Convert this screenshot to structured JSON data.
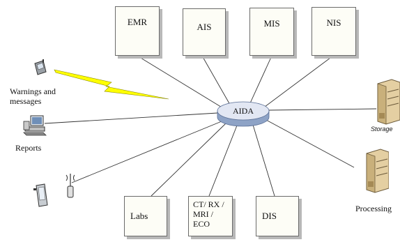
{
  "hub": {
    "label": "AIDA"
  },
  "top_boxes": [
    {
      "label": "EMR"
    },
    {
      "label": "AIS"
    },
    {
      "label": "MIS"
    },
    {
      "label": "NIS"
    }
  ],
  "bottom_boxes": [
    {
      "label": "Labs"
    },
    {
      "label": "CT/ RX /\nMRI /\nECO"
    },
    {
      "label": "DIS"
    }
  ],
  "left_nodes": {
    "warnings_label": "Warnings and\nmessages",
    "reports_label": "Reports"
  },
  "right_nodes": {
    "storage_label": "Storage",
    "processing_label": "Processing"
  },
  "icons": [
    "mobile-phone-icon",
    "desktop-computer-icon",
    "pda-icon",
    "antenna-icon",
    "server-icon",
    "lightning-bolt-icon"
  ],
  "colors": {
    "hub_top": "#e2e7f3",
    "hub_side": "#8ea3c6",
    "bolt": "#ffff00",
    "box_fill": "#fdfdf6"
  }
}
